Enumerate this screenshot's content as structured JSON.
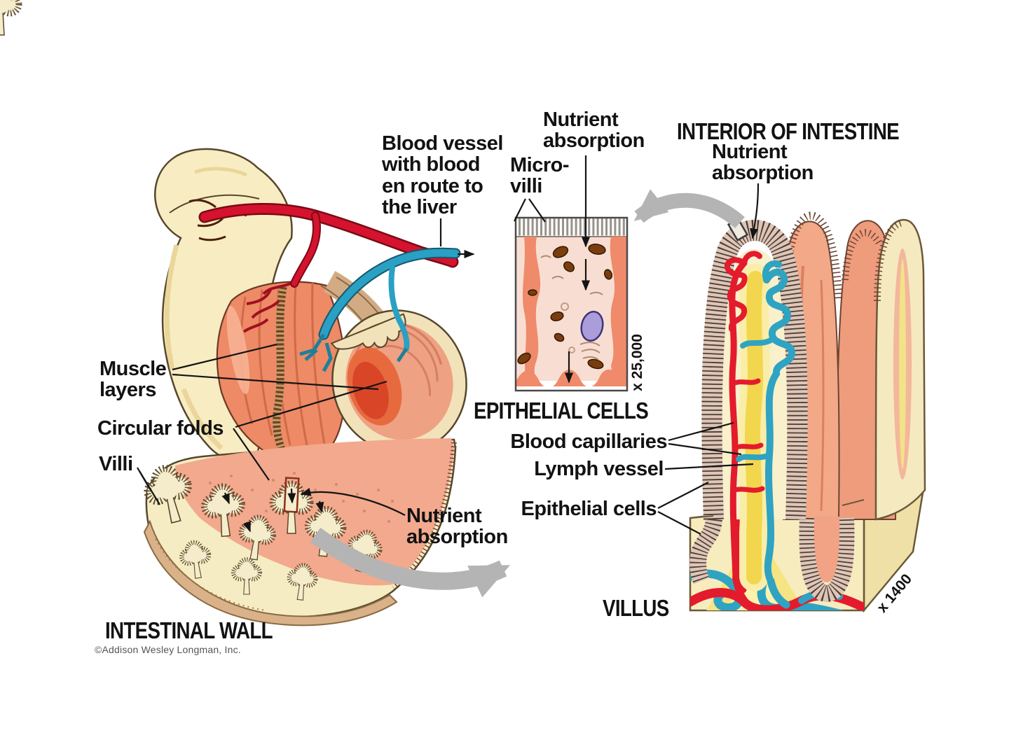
{
  "figure": {
    "intestinal_wall": {
      "title": "INTESTINAL WALL",
      "labels": {
        "blood_vessel": "Blood vessel\nwith blood\nen route to\nthe liver",
        "muscle_layers": "Muscle\nlayers",
        "circular_folds": "Circular folds",
        "villi": "Villi",
        "nutrient_absorption": "Nutrient\nabsorption"
      },
      "copyright": "©Addison Wesley Longman, Inc."
    },
    "epithelial_cells": {
      "title": "EPITHELIAL CELLS",
      "magnification": "x 25,000",
      "labels": {
        "nutrient_absorption": "Nutrient\nabsorption",
        "micro_villi": "Micro-\nvilli"
      }
    },
    "villus": {
      "heading": "INTERIOR OF INTESTINE",
      "title": "VILLUS",
      "magnification": "x 1400",
      "labels": {
        "nutrient_absorption": "Nutrient\nabsorption",
        "blood_capillaries": "Blood capillaries",
        "lymph_vessel": "Lymph vessel",
        "epithelial_cells": "Epithelial cells"
      }
    },
    "icons": {
      "flow_arrow": "black-arrow-icon",
      "magnify_arrow": "gray-curved-arrow-icon"
    },
    "colors": {
      "background": "#ffffff",
      "text": "#121212",
      "artery_red": "#e31b2d",
      "vein_blue": "#2fa3c2",
      "lymph_yellow": "#f2d74e",
      "serosa_cream": "#f8ecc2",
      "muscle_salmon": "#ee8a66",
      "mucosa_pink": "#f2a98d",
      "villus_salmon": "#f3a887",
      "cell_pink": "#f8ded2",
      "junction_salmon": "#ef8a6a",
      "nucleus_purple": "#ab9dd9",
      "mitochondria_brown": "#7c3d0e",
      "magnify_gray": "#b4b4b4"
    }
  }
}
